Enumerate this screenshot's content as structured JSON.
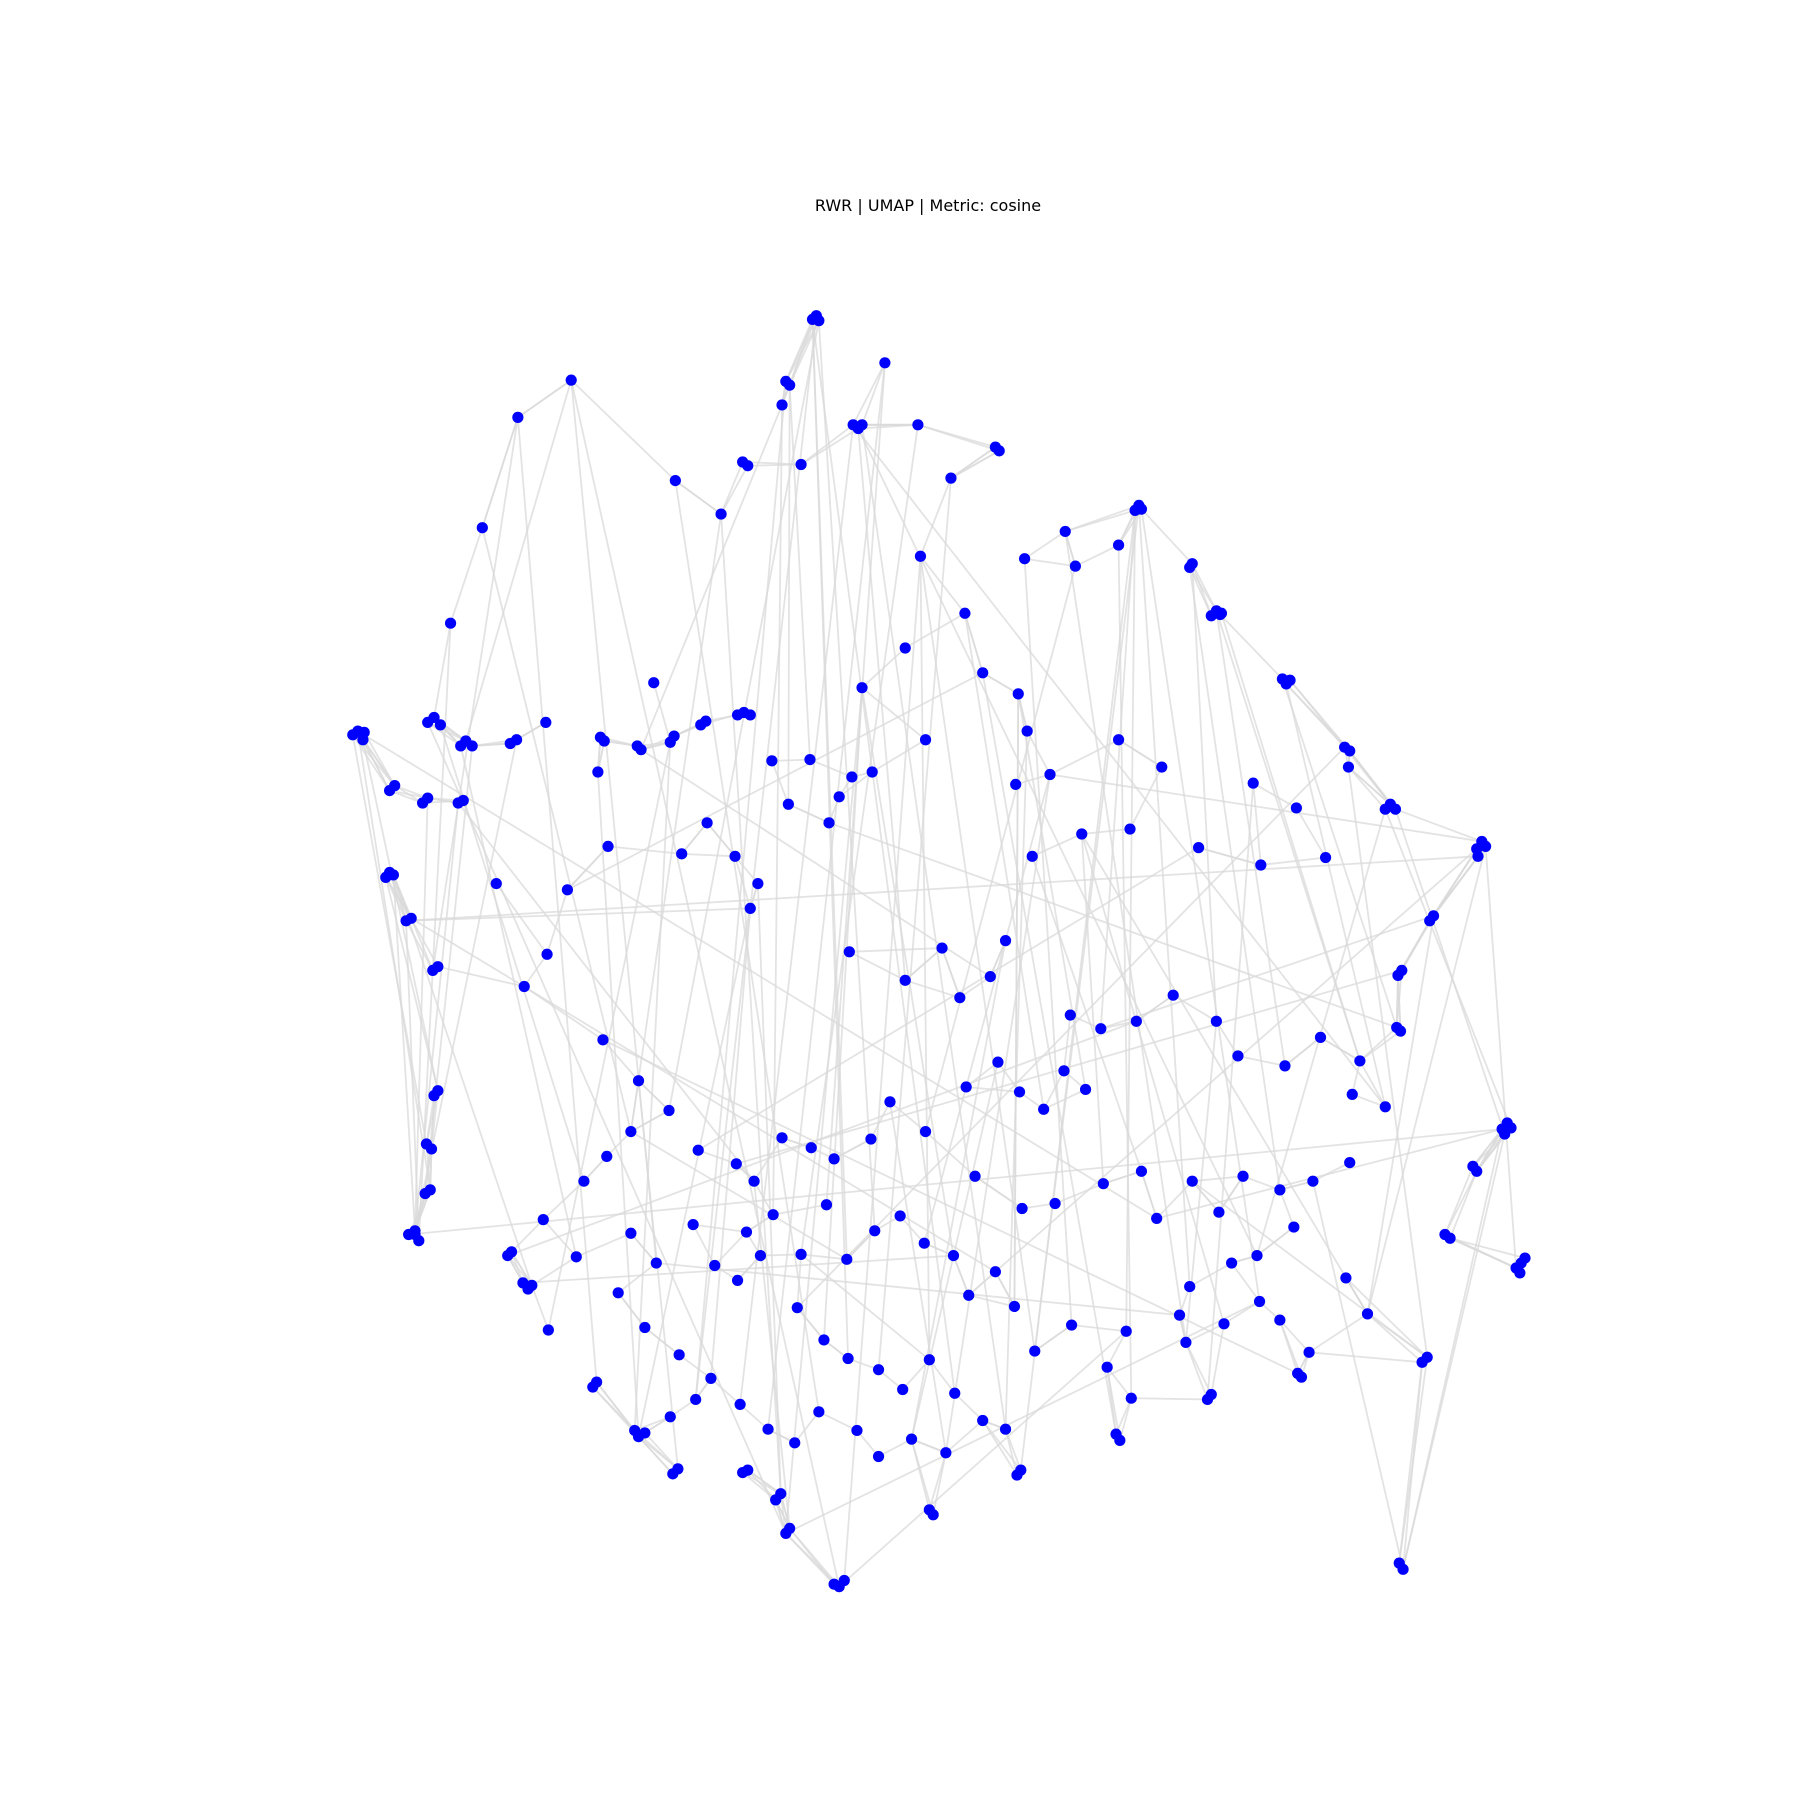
{
  "figure": {
    "title": "RWR | UMAP | Metric: cosine"
  },
  "chart_data": {
    "type": "network",
    "title": "RWR | UMAP | Metric: cosine",
    "xlim": [
      0,
      100
    ],
    "ylim": [
      0,
      100
    ],
    "grid": false,
    "axes_visible": false,
    "node_color": "#0000ff",
    "edge_color": "#d9d9d9",
    "node_clusters": [
      {
        "pts": [
          [
            41.6,
            3.2
          ],
          [
            41.3,
            3.5
          ],
          [
            41.8,
            3.6
          ]
        ]
      },
      {
        "pts": [
          [
            39.2,
            8.5
          ],
          [
            39.5,
            8.8
          ]
        ]
      },
      {
        "pts": [
          [
            44.5,
            12.0
          ],
          [
            44.9,
            12.3
          ],
          [
            45.2,
            12.0
          ]
        ]
      },
      {
        "pts": [
          [
            35.8,
            15.0
          ],
          [
            36.2,
            15.3
          ]
        ]
      },
      {
        "pts": [
          [
            55.7,
            13.8
          ],
          [
            56.0,
            14.1
          ]
        ]
      },
      {
        "pts": [
          [
            67.0,
            18.5
          ],
          [
            66.7,
            18.9
          ],
          [
            67.2,
            18.8
          ]
        ]
      },
      {
        "pts": [
          [
            71.0,
            23.5
          ],
          [
            71.2,
            23.2
          ]
        ]
      },
      {
        "pts": [
          [
            72.7,
            27.4
          ],
          [
            73.1,
            27.0
          ],
          [
            73.4,
            27.3
          ]
        ]
      },
      {
        "pts": [
          [
            73.5,
            27.2
          ]
        ]
      },
      {
        "pts": [
          [
            78.3,
            32.5
          ],
          [
            78.6,
            32.9
          ],
          [
            78.9,
            32.6
          ]
        ]
      },
      {
        "pts": [
          [
            83.2,
            38.0
          ],
          [
            83.6,
            38.3
          ]
        ]
      },
      {
        "pts": [
          [
            86.4,
            43.0
          ],
          [
            86.8,
            42.6
          ],
          [
            87.2,
            43.0
          ]
        ]
      },
      {
        "pts": [
          [
            93.6,
            46.2
          ],
          [
            94.0,
            45.6
          ],
          [
            94.3,
            46.0
          ],
          [
            93.7,
            46.8
          ]
        ]
      },
      {
        "pts": [
          [
            89.9,
            52.0
          ],
          [
            90.2,
            51.6
          ]
        ]
      },
      {
        "pts": [
          [
            87.4,
            56.4
          ],
          [
            87.7,
            56.0
          ]
        ]
      },
      {
        "pts": [
          [
            87.3,
            60.6
          ],
          [
            87.6,
            60.9
          ]
        ]
      },
      {
        "pts": [
          [
            11.0,
            36.0
          ],
          [
            11.5,
            35.6
          ],
          [
            12.0,
            36.2
          ]
        ]
      },
      {
        "pts": [
          [
            13.6,
            37.9
          ],
          [
            14.0,
            37.5
          ],
          [
            14.5,
            37.9
          ]
        ]
      },
      {
        "pts": [
          [
            5.1,
            37.0
          ],
          [
            5.5,
            36.7
          ],
          [
            6.0,
            36.8
          ],
          [
            5.9,
            37.4
          ]
        ]
      },
      {
        "pts": [
          [
            17.5,
            37.7
          ],
          [
            18.0,
            37.4
          ]
        ]
      },
      {
        "pts": [
          [
            24.6,
            37.2
          ],
          [
            24.9,
            37.5
          ]
        ]
      },
      {
        "pts": [
          [
            27.5,
            37.9
          ],
          [
            27.8,
            38.2
          ]
        ]
      },
      {
        "pts": [
          [
            30.1,
            37.6
          ],
          [
            30.4,
            37.1
          ]
        ]
      },
      {
        "pts": [
          [
            32.5,
            36.2
          ],
          [
            32.9,
            35.9
          ]
        ]
      },
      {
        "pts": [
          [
            35.4,
            35.4
          ],
          [
            35.9,
            35.2
          ],
          [
            36.4,
            35.4
          ]
        ]
      },
      {
        "pts": [
          [
            8.0,
            41.5
          ],
          [
            8.4,
            41.1
          ]
        ]
      },
      {
        "pts": [
          [
            10.6,
            42.5
          ],
          [
            11.0,
            42.1
          ]
        ]
      },
      {
        "pts": [
          [
            13.4,
            42.5
          ],
          [
            13.8,
            42.3
          ]
        ]
      },
      {
        "pts": [
          [
            7.7,
            48.5
          ],
          [
            8.0,
            48.1
          ],
          [
            8.3,
            48.3
          ]
        ]
      },
      {
        "pts": [
          [
            9.3,
            52.0
          ],
          [
            9.7,
            51.8
          ]
        ]
      },
      {
        "pts": [
          [
            11.4,
            56.0
          ],
          [
            11.8,
            55.7
          ]
        ]
      },
      {
        "pts": [
          [
            11.5,
            66.1
          ],
          [
            11.8,
            65.7
          ]
        ]
      },
      {
        "pts": [
          [
            10.9,
            70.0
          ],
          [
            11.3,
            70.4
          ]
        ]
      },
      {
        "pts": [
          [
            10.8,
            74.0
          ],
          [
            11.2,
            73.7
          ]
        ]
      },
      {
        "pts": [
          [
            9.5,
            77.3
          ],
          [
            10.0,
            77.0
          ],
          [
            10.3,
            77.8
          ],
          [
            10.0,
            77.3
          ]
        ]
      },
      {
        "pts": [
          [
            17.3,
            79.0
          ],
          [
            17.6,
            78.7
          ]
        ]
      },
      {
        "pts": [
          [
            18.5,
            81.2
          ],
          [
            18.9,
            81.7
          ],
          [
            19.2,
            81.4
          ]
        ]
      },
      {
        "pts": [
          [
            20.5,
            85.0
          ]
        ]
      },
      {
        "pts": [
          [
            24.0,
            89.6
          ],
          [
            24.3,
            89.2
          ]
        ]
      },
      {
        "pts": [
          [
            27.3,
            93.1
          ],
          [
            27.6,
            93.6
          ],
          [
            28.1,
            93.3
          ]
        ]
      },
      {
        "pts": [
          [
            30.3,
            96.6
          ],
          [
            30.7,
            96.2
          ]
        ]
      },
      {
        "pts": [
          [
            35.8,
            96.5
          ],
          [
            36.2,
            96.3
          ]
        ]
      },
      {
        "pts": [
          [
            38.4,
            98.7
          ],
          [
            38.8,
            98.2
          ]
        ]
      },
      {
        "pts": [
          [
            39.2,
            101.4
          ],
          [
            39.5,
            101.0
          ]
        ]
      },
      {
        "pts": [
          [
            43.0,
            105.5
          ],
          [
            43.4,
            105.7
          ],
          [
            43.8,
            105.2
          ]
        ]
      },
      {
        "pts": [
          [
            50.5,
            99.5
          ],
          [
            50.8,
            99.9
          ]
        ]
      },
      {
        "pts": [
          [
            57.4,
            96.7
          ],
          [
            57.7,
            96.3
          ]
        ]
      },
      {
        "pts": [
          [
            65.2,
            93.4
          ],
          [
            65.5,
            93.9
          ]
        ]
      },
      {
        "pts": [
          [
            72.4,
            90.6
          ],
          [
            72.7,
            90.2
          ]
        ]
      },
      {
        "pts": [
          [
            79.5,
            88.5
          ],
          [
            79.8,
            88.8
          ]
        ]
      },
      {
        "pts": [
          [
            89.3,
            87.6
          ],
          [
            89.7,
            87.2
          ]
        ]
      },
      {
        "pts": [
          [
            91.1,
            77.3
          ],
          [
            91.5,
            77.6
          ]
        ]
      },
      {
        "pts": [
          [
            93.3,
            71.8
          ],
          [
            93.6,
            72.2
          ]
        ]
      },
      {
        "pts": [
          [
            95.6,
            68.8
          ],
          [
            96.0,
            68.3
          ],
          [
            96.3,
            68.7
          ],
          [
            95.8,
            69.2
          ]
        ]
      },
      {
        "pts": [
          [
            96.7,
            80.0
          ],
          [
            97.1,
            79.6
          ],
          [
            97.4,
            79.2
          ],
          [
            97.0,
            80.4
          ]
        ]
      },
      {
        "pts": [
          [
            87.5,
            103.8
          ],
          [
            87.8,
            104.3
          ]
        ]
      }
    ],
    "hub_points": [
      [
        22.3,
        8.4
      ],
      [
        18.1,
        11.4
      ],
      [
        15.3,
        20.3
      ],
      [
        12.8,
        28.0
      ],
      [
        30.5,
        16.5
      ],
      [
        34.1,
        19.2
      ],
      [
        28.8,
        32.8
      ],
      [
        24.4,
        40.0
      ],
      [
        25.2,
        46.0
      ],
      [
        22.0,
        49.5
      ],
      [
        20.4,
        54.7
      ],
      [
        18.6,
        57.3
      ],
      [
        16.4,
        49.0
      ],
      [
        20.3,
        36.0
      ],
      [
        38.9,
        10.4
      ],
      [
        40.4,
        15.2
      ],
      [
        47.0,
        7.0
      ],
      [
        49.6,
        12.0
      ],
      [
        52.2,
        16.3
      ],
      [
        49.8,
        22.6
      ],
      [
        53.3,
        27.2
      ],
      [
        58.0,
        22.8
      ],
      [
        61.2,
        20.6
      ],
      [
        62.0,
        23.4
      ],
      [
        65.4,
        21.7
      ],
      [
        54.7,
        32.0
      ],
      [
        57.5,
        33.7
      ],
      [
        58.2,
        36.7
      ],
      [
        45.2,
        33.2
      ],
      [
        46.0,
        40.0
      ],
      [
        48.6,
        30.0
      ],
      [
        50.2,
        37.4
      ],
      [
        57.3,
        41.0
      ],
      [
        60.0,
        40.2
      ],
      [
        62.5,
        45.0
      ],
      [
        58.6,
        46.8
      ],
      [
        65.4,
        37.4
      ],
      [
        66.3,
        44.6
      ],
      [
        68.8,
        39.6
      ],
      [
        71.7,
        46.1
      ],
      [
        76.0,
        40.9
      ],
      [
        79.4,
        42.9
      ],
      [
        81.7,
        46.9
      ],
      [
        76.6,
        47.5
      ],
      [
        83.5,
        39.6
      ],
      [
        31.0,
        46.6
      ],
      [
        33.0,
        44.1
      ],
      [
        35.2,
        46.8
      ],
      [
        37.0,
        49.0
      ],
      [
        39.4,
        42.6
      ],
      [
        41.1,
        39.0
      ],
      [
        42.6,
        44.1
      ],
      [
        43.4,
        42.0
      ],
      [
        44.4,
        40.4
      ],
      [
        38.1,
        39.1
      ],
      [
        36.4,
        51.0
      ],
      [
        44.2,
        54.5
      ],
      [
        48.6,
        56.8
      ],
      [
        51.5,
        54.2
      ],
      [
        52.9,
        58.2
      ],
      [
        55.3,
        56.5
      ],
      [
        56.5,
        53.6
      ],
      [
        61.6,
        59.6
      ],
      [
        64.0,
        60.7
      ],
      [
        66.8,
        60.1
      ],
      [
        69.7,
        58.0
      ],
      [
        73.1,
        60.1
      ],
      [
        74.8,
        62.9
      ],
      [
        78.5,
        63.7
      ],
      [
        81.3,
        61.4
      ],
      [
        83.8,
        66.0
      ],
      [
        86.4,
        67.0
      ],
      [
        84.4,
        63.3
      ],
      [
        24.8,
        61.6
      ],
      [
        27.6,
        64.9
      ],
      [
        30.0,
        67.3
      ],
      [
        27.0,
        69.0
      ],
      [
        25.1,
        71.0
      ],
      [
        32.3,
        70.5
      ],
      [
        35.3,
        71.6
      ],
      [
        36.7,
        73.0
      ],
      [
        38.9,
        69.5
      ],
      [
        41.2,
        70.3
      ],
      [
        43.0,
        71.2
      ],
      [
        45.9,
        69.6
      ],
      [
        47.4,
        66.6
      ],
      [
        50.2,
        69.0
      ],
      [
        53.4,
        65.4
      ],
      [
        55.9,
        63.4
      ],
      [
        57.6,
        65.8
      ],
      [
        59.5,
        67.2
      ],
      [
        61.1,
        64.1
      ],
      [
        62.8,
        65.6
      ],
      [
        54.1,
        72.6
      ],
      [
        57.8,
        75.2
      ],
      [
        60.4,
        74.8
      ],
      [
        64.2,
        73.2
      ],
      [
        68.4,
        76.0
      ],
      [
        67.2,
        72.2
      ],
      [
        71.2,
        73.0
      ],
      [
        73.3,
        75.5
      ],
      [
        75.2,
        72.6
      ],
      [
        78.1,
        73.7
      ],
      [
        80.7,
        73.0
      ],
      [
        83.6,
        71.5
      ],
      [
        79.2,
        76.7
      ],
      [
        74.3,
        79.6
      ],
      [
        71.0,
        81.5
      ],
      [
        70.2,
        83.8
      ],
      [
        66.0,
        85.1
      ],
      [
        61.7,
        84.6
      ],
      [
        55.7,
        80.3
      ],
      [
        53.6,
        82.2
      ],
      [
        57.2,
        83.1
      ],
      [
        58.8,
        86.7
      ],
      [
        64.5,
        88.0
      ],
      [
        66.4,
        90.5
      ],
      [
        70.7,
        86.0
      ],
      [
        73.7,
        84.5
      ],
      [
        76.5,
        82.7
      ],
      [
        78.1,
        84.2
      ],
      [
        83.3,
        80.8
      ],
      [
        85.0,
        83.7
      ],
      [
        80.4,
        86.8
      ],
      [
        76.3,
        79.0
      ],
      [
        31.9,
        76.5
      ],
      [
        33.6,
        79.8
      ],
      [
        35.4,
        81.0
      ],
      [
        37.2,
        79.0
      ],
      [
        40.1,
        83.2
      ],
      [
        42.2,
        85.8
      ],
      [
        44.1,
        87.3
      ],
      [
        46.5,
        88.2
      ],
      [
        48.4,
        89.8
      ],
      [
        50.5,
        87.4
      ],
      [
        52.5,
        90.1
      ],
      [
        54.7,
        92.3
      ],
      [
        56.5,
        93.0
      ],
      [
        46.2,
        77.0
      ],
      [
        44.0,
        79.3
      ],
      [
        48.2,
        75.8
      ],
      [
        50.1,
        78.0
      ],
      [
        52.4,
        79.0
      ],
      [
        42.4,
        74.9
      ],
      [
        40.4,
        78.9
      ],
      [
        38.2,
        75.7
      ],
      [
        36.1,
        77.1
      ],
      [
        27.0,
        77.2
      ],
      [
        29.0,
        79.6
      ],
      [
        22.7,
        79.1
      ],
      [
        20.1,
        76.1
      ],
      [
        23.3,
        73.0
      ],
      [
        26.0,
        82.0
      ],
      [
        28.1,
        84.8
      ],
      [
        30.8,
        87.0
      ],
      [
        33.3,
        88.9
      ],
      [
        35.6,
        91.0
      ],
      [
        37.8,
        93.0
      ],
      [
        39.9,
        94.1
      ],
      [
        32.1,
        90.6
      ],
      [
        30.1,
        92.0
      ],
      [
        41.8,
        91.6
      ],
      [
        44.8,
        93.1
      ],
      [
        46.5,
        95.2
      ],
      [
        49.1,
        93.8
      ],
      [
        51.8,
        94.9
      ]
    ],
    "edges_note": "",
    "points": []
  }
}
